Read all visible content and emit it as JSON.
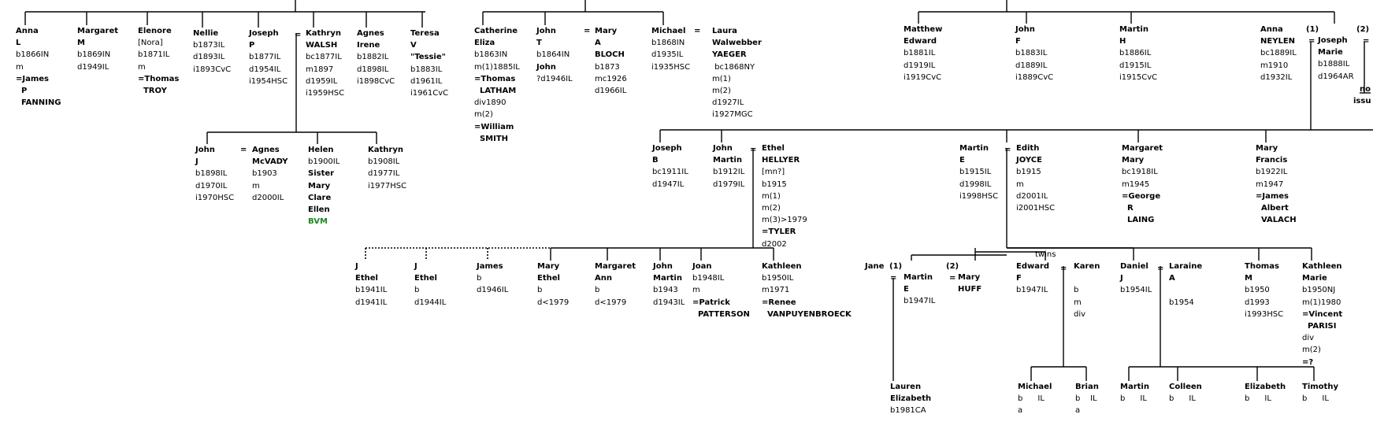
{
  "people": [
    {
      "id": "anna-l",
      "lines": [
        {
          "t": "Anna",
          "b": 1
        },
        {
          "t": "L",
          "b": 1
        },
        {
          "t": "b1866IN"
        },
        {
          "t": "m"
        },
        {
          "t": "=James",
          "b": 1
        },
        {
          "t": "  P",
          "b": 1
        },
        {
          "t": "  FANNING",
          "b": 1
        }
      ]
    },
    {
      "id": "margaret-m",
      "lines": [
        {
          "t": "Margaret",
          "b": 1
        },
        {
          "t": "M",
          "b": 1
        },
        {
          "t": "b1869IN"
        },
        {
          "t": "d1949IL"
        }
      ]
    },
    {
      "id": "elenore-nora",
      "lines": [
        {
          "t": "Elenore",
          "b": 1
        },
        {
          "t": "[Nora]"
        },
        {
          "t": "b1871IL"
        },
        {
          "t": "m"
        },
        {
          "t": "=Thomas",
          "b": 1
        },
        {
          "t": "  TROY",
          "b": 1
        }
      ]
    },
    {
      "id": "nellie",
      "lines": [
        {
          "t": "Nellie",
          "b": 1
        },
        {
          "t": "b1873IL"
        },
        {
          "t": "d1893IL"
        },
        {
          "t": "i1893CvC"
        }
      ]
    },
    {
      "id": "joseph-p",
      "lines": [
        {
          "t": "Joseph",
          "b": 1
        },
        {
          "t": "P",
          "b": 1
        },
        {
          "t": "b1877IL"
        },
        {
          "t": "d1954IL"
        },
        {
          "t": "i1954HSC"
        }
      ]
    },
    {
      "id": "kathryn-walsh",
      "lines": [
        {
          "t": "Kathryn",
          "b": 1
        },
        {
          "t": "WALSH",
          "b": 1
        },
        {
          "t": "bc1877IL"
        },
        {
          "t": "m1897"
        },
        {
          "t": "d1959IL"
        },
        {
          "t": "i1959HSC"
        }
      ]
    },
    {
      "id": "agnes-irene",
      "lines": [
        {
          "t": "Agnes",
          "b": 1
        },
        {
          "t": "Irene",
          "b": 1
        },
        {
          "t": "b1882IL"
        },
        {
          "t": "d1898IL"
        },
        {
          "t": "i1898CvC"
        }
      ]
    },
    {
      "id": "teresa-tessie",
      "lines": [
        {
          "t": "Teresa",
          "b": 1
        },
        {
          "t": "V",
          "b": 1
        },
        {
          "t": "\"Tessie\"",
          "b": 1
        },
        {
          "t": "b1883IL"
        },
        {
          "t": "d1961IL"
        },
        {
          "t": "i1961CvC"
        }
      ]
    },
    {
      "id": "catherine-eliza",
      "lines": [
        {
          "t": "Catherine",
          "b": 1
        },
        {
          "t": "Eliza",
          "b": 1
        },
        {
          "t": "b1863IN"
        },
        {
          "t": "m(1)1885IL"
        },
        {
          "t": "=Thomas",
          "b": 1
        },
        {
          "t": "  LATHAM",
          "b": 1
        },
        {
          "t": "div1890"
        },
        {
          "t": "m(2)"
        },
        {
          "t": "=William",
          "b": 1
        },
        {
          "t": "  SMITH",
          "b": 1
        }
      ]
    },
    {
      "id": "john-t",
      "lines": [
        {
          "t": "John",
          "b": 1
        },
        {
          "t": "T",
          "b": 1
        },
        {
          "t": "b1864IN"
        },
        {
          "t": "John",
          "b": 1
        },
        {
          "t": "?d1946IL"
        }
      ]
    },
    {
      "id": "mary-a-bloch",
      "lines": [
        {
          "t": "Mary",
          "b": 1
        },
        {
          "t": "A",
          "b": 1
        },
        {
          "t": "BLOCH",
          "b": 1
        },
        {
          "t": "b1873"
        },
        {
          "t": "mc1926"
        },
        {
          "t": "d1966IL"
        }
      ]
    },
    {
      "id": "michael",
      "lines": [
        {
          "t": "Michael",
          "b": 1
        },
        {
          "t": "b1868IN"
        },
        {
          "t": "d1935IL"
        },
        {
          "t": "i1935HSC"
        }
      ]
    },
    {
      "id": "laura-yaeger",
      "lines": [
        {
          "t": "Laura",
          "b": 1
        },
        {
          "t": "Walwebber",
          "b": 1
        },
        {
          "t": "YAEGER",
          "b": 1
        },
        {
          "t": " bc1868NY"
        },
        {
          "t": "m(1)"
        },
        {
          "t": "m(2)"
        },
        {
          "t": "d1927IL"
        },
        {
          "t": "i1927MGC"
        }
      ]
    },
    {
      "id": "matthew-edward",
      "lines": [
        {
          "t": "Matthew",
          "b": 1
        },
        {
          "t": "Edward",
          "b": 1
        },
        {
          "t": "b1881IL"
        },
        {
          "t": "d1919IL"
        },
        {
          "t": "i1919CvC"
        }
      ]
    },
    {
      "id": "john-f",
      "lines": [
        {
          "t": "John",
          "b": 1
        },
        {
          "t": "F",
          "b": 1
        },
        {
          "t": "b1883IL"
        },
        {
          "t": "d1889IL"
        },
        {
          "t": "i1889CvC"
        }
      ]
    },
    {
      "id": "martin-h",
      "lines": [
        {
          "t": "Martin",
          "b": 1
        },
        {
          "t": "H",
          "b": 1
        },
        {
          "t": "b1886IL"
        },
        {
          "t": "d1915IL"
        },
        {
          "t": "i1915CvC"
        }
      ]
    },
    {
      "id": "anna-neylen",
      "lines": [
        {
          "t": "Anna",
          "b": 1
        },
        {
          "t": "NEYLEN",
          "b": 1
        },
        {
          "t": "bc1889IL"
        },
        {
          "t": "m1910"
        },
        {
          "t": "d1932IL"
        }
      ]
    },
    {
      "id": "joseph-marie",
      "lines": [
        {
          "t": "Joseph",
          "b": 1
        },
        {
          "t": "Marie",
          "b": 1
        },
        {
          "t": "b1888IL"
        },
        {
          "t": "d1964AR"
        }
      ]
    },
    {
      "id": "john-j",
      "lines": [
        {
          "t": "John",
          "b": 1
        },
        {
          "t": "J",
          "b": 1
        },
        {
          "t": "b1898IL"
        },
        {
          "t": "d1970IL"
        },
        {
          "t": "i1970HSC"
        }
      ]
    },
    {
      "id": "agnes-mcvady",
      "lines": [
        {
          "t": "Agnes",
          "b": 1
        },
        {
          "t": "McVADY",
          "b": 1
        },
        {
          "t": "b1903"
        },
        {
          "t": "m"
        },
        {
          "t": "d2000IL"
        }
      ]
    },
    {
      "id": "helen",
      "lines": [
        {
          "t": "Helen",
          "b": 1
        },
        {
          "t": "b1900IL"
        },
        {
          "t": "Sister",
          "b": 1
        },
        {
          "t": "Mary",
          "b": 1
        },
        {
          "t": "Clare",
          "b": 1
        },
        {
          "t": "Ellen",
          "b": 1
        },
        {
          "t": "BVM",
          "g": 1
        }
      ]
    },
    {
      "id": "kathryn-b1908",
      "lines": [
        {
          "t": "Kathryn",
          "b": 1
        },
        {
          "t": "b1908IL"
        },
        {
          "t": "d1977IL"
        },
        {
          "t": "i1977HSC"
        }
      ]
    },
    {
      "id": "joseph-b",
      "lines": [
        {
          "t": "Joseph",
          "b": 1
        },
        {
          "t": "B",
          "b": 1
        },
        {
          "t": "bc1911IL"
        },
        {
          "t": "d1947IL"
        }
      ]
    },
    {
      "id": "john-martin-1912",
      "lines": [
        {
          "t": "John",
          "b": 1
        },
        {
          "t": "Martin",
          "b": 1
        },
        {
          "t": "b1912IL"
        },
        {
          "t": "d1979IL"
        }
      ]
    },
    {
      "id": "ethel-hellyer",
      "lines": [
        {
          "t": "Ethel",
          "b": 1
        },
        {
          "t": "HELLYER",
          "b": 1
        },
        {
          "t": "[mn?]"
        },
        {
          "t": "b1915"
        },
        {
          "t": "m(1)"
        },
        {
          "t": "m(2)"
        },
        {
          "t": "m(3)>1979"
        },
        {
          "t": "=TYLER",
          "b": 1
        },
        {
          "t": "d2002"
        }
      ]
    },
    {
      "id": "martin-e",
      "lines": [
        {
          "t": "Martin",
          "b": 1
        },
        {
          "t": "E",
          "b": 1
        },
        {
          "t": "b1915IL"
        },
        {
          "t": "d1998IL"
        },
        {
          "t": "i1998HSC"
        }
      ]
    },
    {
      "id": "edith-joyce",
      "lines": [
        {
          "t": "Edith",
          "b": 1
        },
        {
          "t": "JOYCE",
          "b": 1
        },
        {
          "t": "b1915"
        },
        {
          "t": "m"
        },
        {
          "t": "d2001IL"
        },
        {
          "t": "i2001HSC"
        }
      ]
    },
    {
      "id": "margaret-mary",
      "lines": [
        {
          "t": "Margaret",
          "b": 1
        },
        {
          "t": "Mary",
          "b": 1
        },
        {
          "t": "bc1918IL"
        },
        {
          "t": "m1945"
        },
        {
          "t": "=George",
          "b": 1
        },
        {
          "t": "  R",
          "b": 1
        },
        {
          "t": "  LAING",
          "b": 1
        }
      ]
    },
    {
      "id": "mary-francis",
      "lines": [
        {
          "t": "Mary",
          "b": 1
        },
        {
          "t": "Francis",
          "b": 1
        },
        {
          "t": "b1922IL"
        },
        {
          "t": "m1947"
        },
        {
          "t": "=James",
          "b": 1
        },
        {
          "t": "  Albert",
          "b": 1
        },
        {
          "t": "  VALACH",
          "b": 1
        }
      ]
    },
    {
      "id": "j-ethel-1941",
      "lines": [
        {
          "t": "J",
          "b": 1
        },
        {
          "t": "Ethel",
          "b": 1
        },
        {
          "t": "b1941IL"
        },
        {
          "t": "d1941IL"
        }
      ]
    },
    {
      "id": "j-ethel-1944",
      "lines": [
        {
          "t": "J",
          "b": 1
        },
        {
          "t": "Ethel",
          "b": 1
        },
        {
          "t": "b"
        },
        {
          "t": "d1944IL"
        }
      ]
    },
    {
      "id": "james-1946",
      "lines": [
        {
          "t": "James",
          "b": 1
        },
        {
          "t": "b"
        },
        {
          "t": "d1946IL"
        }
      ]
    },
    {
      "id": "mary-ethel",
      "lines": [
        {
          "t": "Mary",
          "b": 1
        },
        {
          "t": "Ethel",
          "b": 1
        },
        {
          "t": "b"
        },
        {
          "t": "d<1979"
        }
      ]
    },
    {
      "id": "margaret-ann",
      "lines": [
        {
          "t": "Margaret",
          "b": 1
        },
        {
          "t": "Ann",
          "b": 1
        },
        {
          "t": "b"
        },
        {
          "t": "d<1979"
        }
      ]
    },
    {
      "id": "john-martin-1943",
      "lines": [
        {
          "t": "John",
          "b": 1
        },
        {
          "t": "Martin",
          "b": 1
        },
        {
          "t": "b1943"
        },
        {
          "t": "d1943IL"
        }
      ]
    },
    {
      "id": "joan",
      "lines": [
        {
          "t": "Joan",
          "b": 1
        },
        {
          "t": "b1948IL"
        },
        {
          "t": "m"
        },
        {
          "t": "=Patrick",
          "b": 1
        },
        {
          "t": "  PATTERSON",
          "b": 1
        }
      ]
    },
    {
      "id": "kathleen-1950il",
      "lines": [
        {
          "t": "Kathleen",
          "b": 1
        },
        {
          "t": "b1950IL"
        },
        {
          "t": "m1971"
        },
        {
          "t": "=Renee",
          "b": 1
        },
        {
          "t": "  VANPUYENBROECK",
          "b": 1
        }
      ]
    },
    {
      "id": "martin-e-1947",
      "lines": [
        {
          "t": "Martin",
          "b": 1
        },
        {
          "t": "E",
          "b": 1
        },
        {
          "t": "b1947IL"
        }
      ]
    },
    {
      "id": "mary-huff",
      "lines": [
        {
          "t": "Mary",
          "b": 1
        },
        {
          "t": "HUFF",
          "b": 1
        }
      ]
    },
    {
      "id": "edward-f",
      "lines": [
        {
          "t": "Edward",
          "b": 1
        },
        {
          "t": "F",
          "b": 1
        },
        {
          "t": "b1947IL"
        }
      ]
    },
    {
      "id": "karen",
      "lines": [
        {
          "t": "Karen",
          "b": 1
        },
        {
          "t": ""
        },
        {
          "t": "b"
        },
        {
          "t": "m"
        },
        {
          "t": "div"
        }
      ]
    },
    {
      "id": "daniel-j",
      "lines": [
        {
          "t": "Daniel",
          "b": 1
        },
        {
          "t": "J",
          "b": 1
        },
        {
          "t": "b1954IL"
        }
      ]
    },
    {
      "id": "laraine-a",
      "lines": [
        {
          "t": "Laraine",
          "b": 1
        },
        {
          "t": "A",
          "b": 1
        },
        {
          "t": ""
        },
        {
          "t": "b1954"
        }
      ]
    },
    {
      "id": "thomas-m",
      "lines": [
        {
          "t": "Thomas",
          "b": 1
        },
        {
          "t": "M",
          "b": 1
        },
        {
          "t": "b1950"
        },
        {
          "t": "d1993"
        },
        {
          "t": "i1993HSC"
        }
      ]
    },
    {
      "id": "kathleen-marie",
      "lines": [
        {
          "t": "Kathleen",
          "b": 1
        },
        {
          "t": "Marie",
          "b": 1
        },
        {
          "t": "b1950NJ"
        },
        {
          "t": "m(1)1980"
        },
        {
          "t": "=Vincent",
          "b": 1
        },
        {
          "t": "  PARISI",
          "b": 1
        },
        {
          "t": "div"
        },
        {
          "t": "m(2)"
        },
        {
          "t": "=?",
          "b": 1
        }
      ]
    },
    {
      "id": "lauren-elizabeth",
      "lines": [
        {
          "t": "Lauren",
          "b": 1
        },
        {
          "t": "Elizabeth",
          "b": 1
        },
        {
          "t": "b1981CA"
        }
      ]
    },
    {
      "id": "michael-g",
      "lines": [
        {
          "t": "Michael",
          "b": 1
        },
        {
          "t": "b      IL"
        },
        {
          "t": "a"
        }
      ]
    },
    {
      "id": "brian",
      "lines": [
        {
          "t": "Brian",
          "b": 1
        },
        {
          "t": "b    IL"
        },
        {
          "t": "a"
        }
      ]
    },
    {
      "id": "martin-g",
      "lines": [
        {
          "t": "Martin",
          "b": 1
        },
        {
          "t": "b      IL"
        }
      ]
    },
    {
      "id": "colleen",
      "lines": [
        {
          "t": "Colleen",
          "b": 1
        },
        {
          "t": "b      IL"
        }
      ]
    },
    {
      "id": "elizabeth-g",
      "lines": [
        {
          "t": "Elizabeth",
          "b": 1
        },
        {
          "t": "b      IL"
        }
      ]
    },
    {
      "id": "timothy",
      "lines": [
        {
          "t": "Timothy",
          "b": 1
        },
        {
          "t": "b      IL"
        }
      ]
    }
  ],
  "labels": [
    {
      "id": "eq-joseph-kathryn",
      "t": "=",
      "b": 1
    },
    {
      "id": "eq-john-mary",
      "t": "=",
      "b": 1
    },
    {
      "id": "eq-michael-laura",
      "t": "=",
      "b": 1
    },
    {
      "id": "marker-joseph-1",
      "t": "(1)",
      "b": 1
    },
    {
      "id": "marker-joseph-2",
      "t": "(2)",
      "b": 1
    },
    {
      "id": "eq-joseph-anna",
      "t": "=",
      "b": 1
    },
    {
      "id": "eq-joseph-2",
      "t": "=",
      "b": 1
    },
    {
      "id": "no-issue",
      "t": "no",
      "b": 1
    },
    {
      "id": "no-issue-2",
      "t": "issu",
      "b": 1
    },
    {
      "id": "eq-john-agnes",
      "t": "=",
      "b": 1
    },
    {
      "id": "eq-john-ethel",
      "t": "=",
      "b": 1
    },
    {
      "id": "eq-martin-edith",
      "t": "=",
      "b": 1
    },
    {
      "id": "twins",
      "t": "twins",
      "b": 0
    },
    {
      "id": "jane",
      "t": "Jane",
      "b": 1
    },
    {
      "id": "marker-martin-1",
      "t": "(1)",
      "b": 1
    },
    {
      "id": "marker-mary-2",
      "t": "(2)",
      "b": 1
    },
    {
      "id": "eq-martin-mary",
      "t": "=",
      "b": 1
    },
    {
      "id": "eq-edward-karen",
      "t": "=",
      "b": 1
    },
    {
      "id": "eq-daniel-laraine",
      "t": "=",
      "b": 1
    },
    {
      "id": "eq-jane-martin",
      "t": "=",
      "b": 1
    }
  ]
}
